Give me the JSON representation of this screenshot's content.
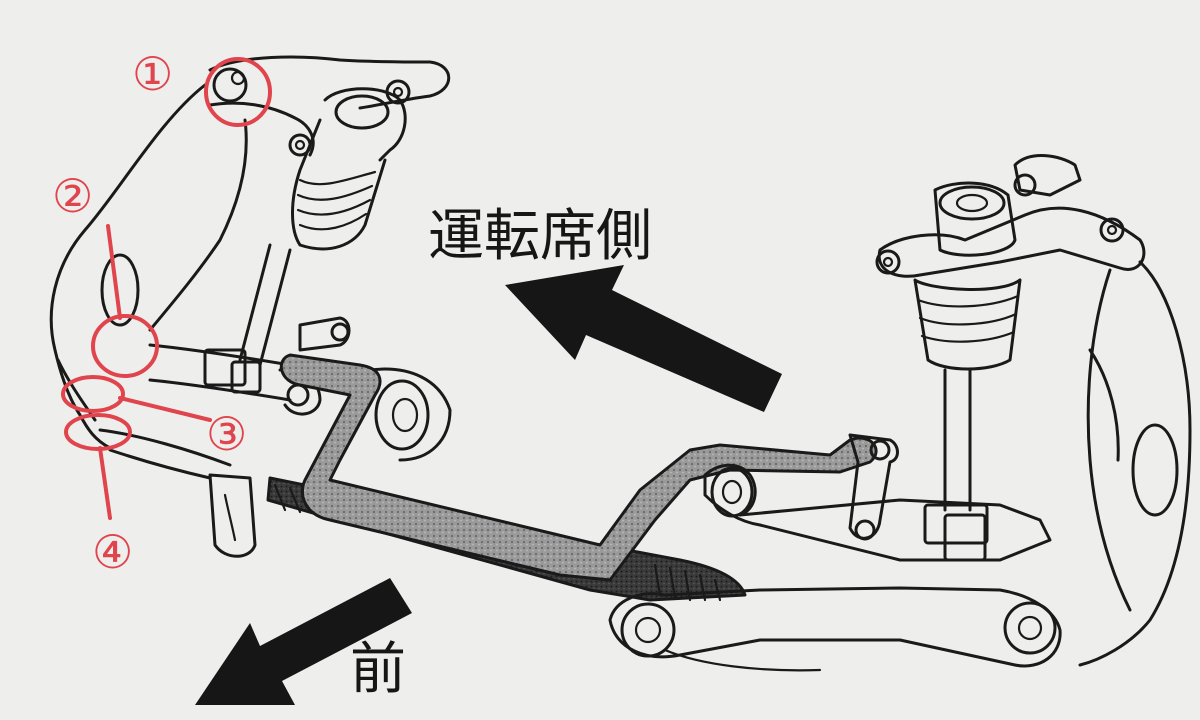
{
  "labels": {
    "driver_side": "運転席側",
    "front": "前"
  },
  "callouts": [
    {
      "id": "1",
      "text": "①"
    },
    {
      "id": "2",
      "text": "②"
    },
    {
      "id": "3",
      "text": "③"
    },
    {
      "id": "4",
      "text": "④"
    }
  ],
  "colors": {
    "background": "#eeeeec",
    "ink": "#1a1a1a",
    "callout": "#e0444c",
    "shading": "#8a8a8a"
  }
}
